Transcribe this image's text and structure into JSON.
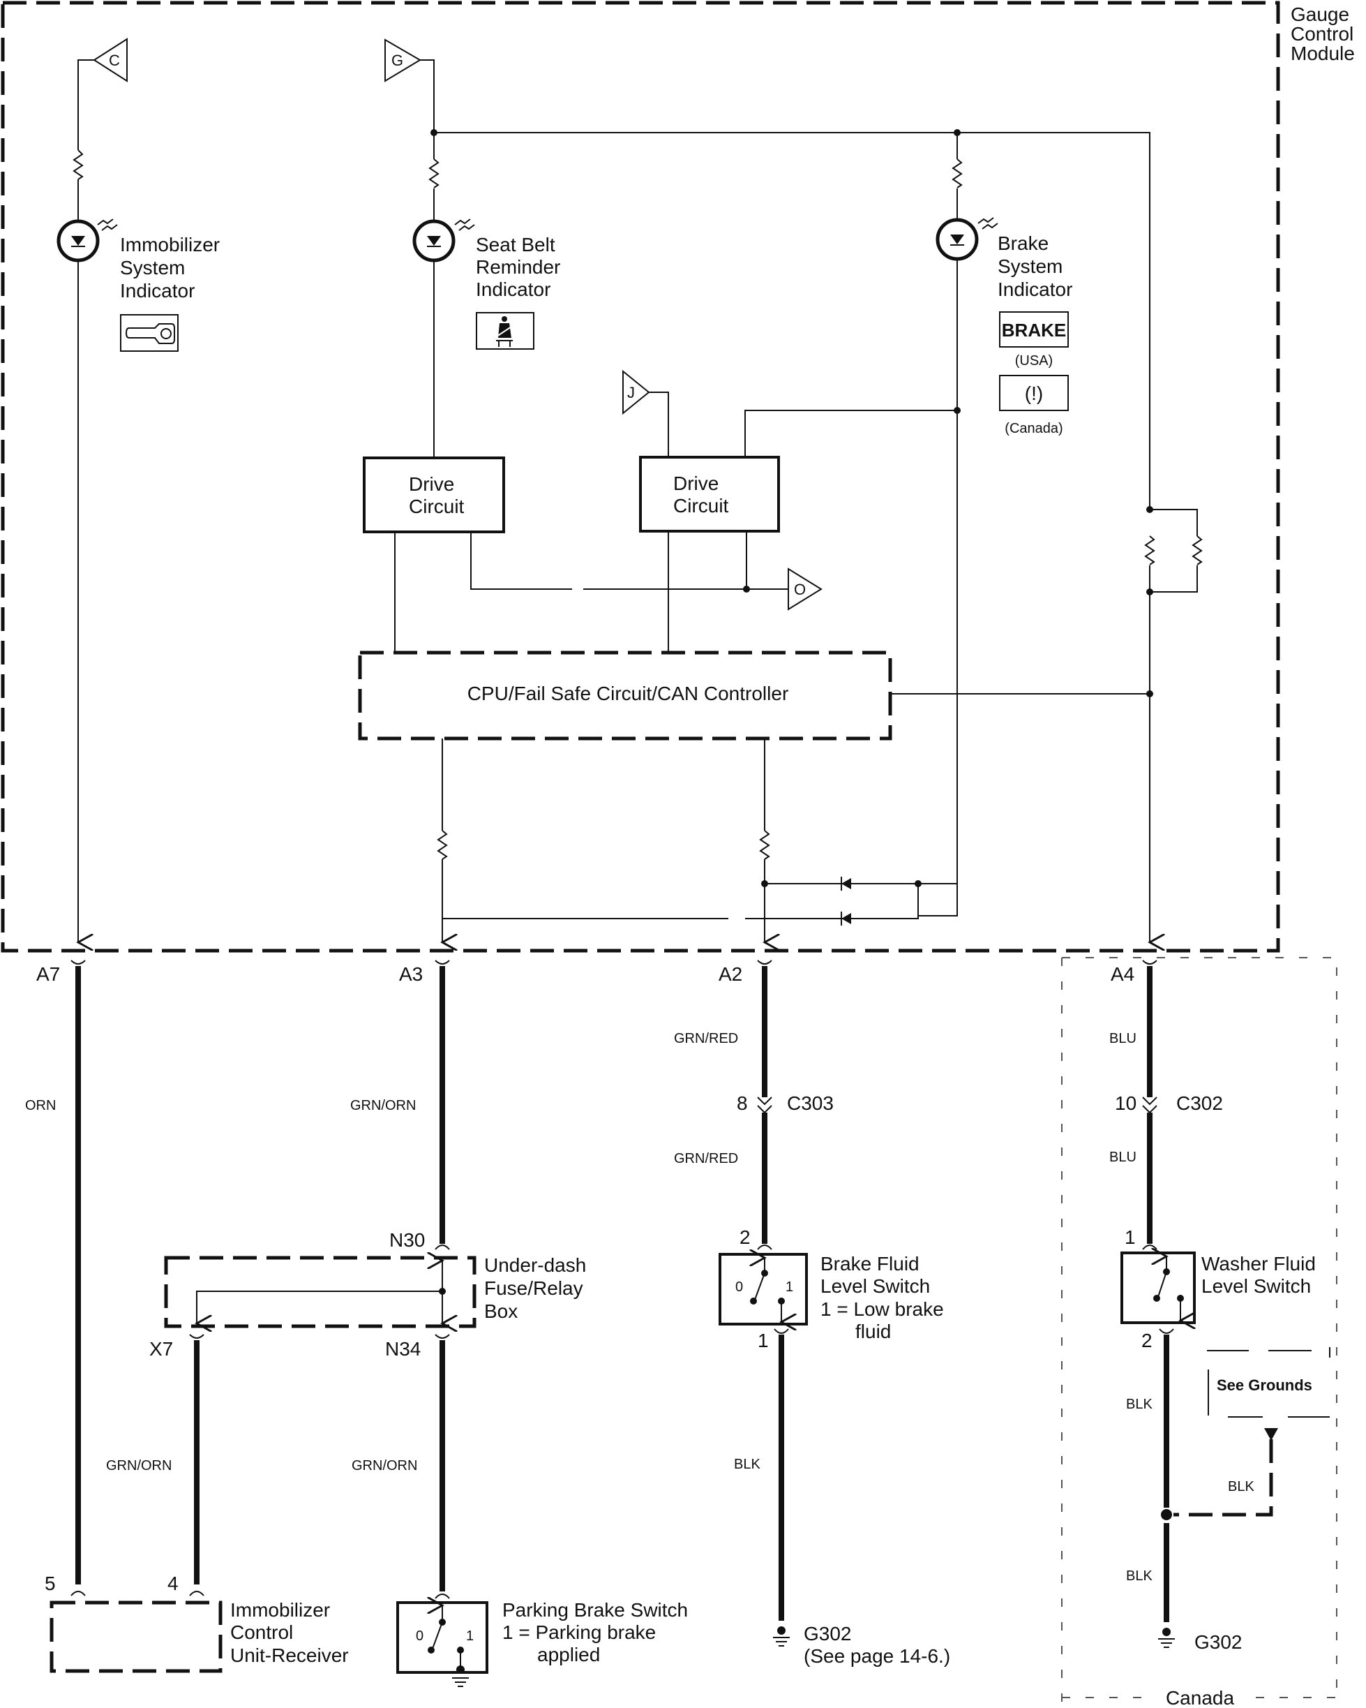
{
  "module": {
    "title_lines": [
      "Gauge",
      "Control",
      "Module"
    ]
  },
  "connectors_ref": {
    "c": "C",
    "g": "G",
    "j": "J",
    "o": "O"
  },
  "indicators": {
    "immobilizer": {
      "lines": [
        "Immobilizer",
        "System",
        "Indicator"
      ],
      "icon": "key-icon"
    },
    "seatbelt": {
      "lines": [
        "Seat Belt",
        "Reminder",
        "Indicator"
      ],
      "icon": "seatbelt-icon"
    },
    "brake": {
      "lines": [
        "Brake",
        "System",
        "Indicator"
      ],
      "usa_label": "BRAKE",
      "usa_note": "(USA)",
      "canada_symbol": "(!)",
      "canada_note": "(Canada)"
    }
  },
  "blocks": {
    "drive_circuit_1": [
      "Drive",
      "Circuit"
    ],
    "drive_circuit_2": [
      "Drive",
      "Circuit"
    ],
    "cpu": "CPU/Fail Safe Circuit/CAN Controller"
  },
  "terminals": {
    "a7": "A7",
    "a3": "A3",
    "a2": "A2",
    "a4": "A4",
    "n30": "N30",
    "n34": "N34",
    "x7": "X7",
    "c303_pin": "8",
    "c303": "C303",
    "c302_pin": "10",
    "c302": "C302",
    "bfl_in": "2",
    "bfl_out": "1",
    "wfl_in": "1",
    "wfl_out": "2",
    "icu_5": "5",
    "icu_4": "4"
  },
  "wires": {
    "a7_color": "ORN",
    "a3_color": "GRN/ORN",
    "a2_color_upper": "GRN/RED",
    "a2_color_lower": "GRN/RED",
    "a4_color_upper": "BLU",
    "a4_color_lower": "BLU",
    "x7_color": "GRN/ORN",
    "n34_color": "GRN/ORN",
    "bfl_ground_color": "BLK",
    "wfl_ground_color": "BLK",
    "wfl_branch_color": "BLK",
    "wfl_ground_color_lower": "BLK"
  },
  "components": {
    "fuse_box": [
      "Under-dash",
      "Fuse/Relay",
      "Box"
    ],
    "icu": [
      "Immobilizer",
      "Control",
      "Unit-Receiver"
    ],
    "parking_brake": {
      "lines": [
        "Parking Brake Switch",
        "1 = Parking brake",
        "applied"
      ],
      "pos0": "0",
      "pos1": "1"
    },
    "brake_fluid": {
      "lines": [
        "Brake Fluid",
        "Level Switch",
        "1 = Low brake",
        "fluid"
      ],
      "pos0": "0",
      "pos1": "1"
    },
    "washer_fluid": {
      "lines": [
        "Washer Fluid",
        "Level Switch"
      ]
    }
  },
  "grounds": {
    "g302_left": "G302",
    "g302_left_note": "(See page 14-6.)",
    "g302_right": "G302",
    "see_grounds": "See Grounds"
  },
  "regions": {
    "canada": "Canada"
  }
}
